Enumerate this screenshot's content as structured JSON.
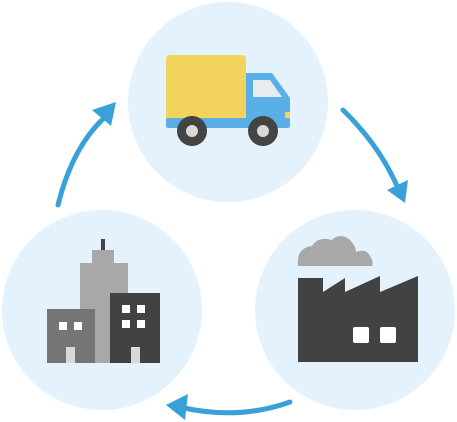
{
  "diagram": {
    "nodes": [
      {
        "id": "transport",
        "icon": "delivery-truck-icon"
      },
      {
        "id": "factory",
        "icon": "factory-icon"
      },
      {
        "id": "city",
        "icon": "city-buildings-icon"
      }
    ],
    "edges": [
      {
        "from": "transport",
        "to": "factory"
      },
      {
        "from": "factory",
        "to": "city"
      },
      {
        "from": "city",
        "to": "transport"
      }
    ]
  },
  "colors": {
    "circle_fill": "#e3f2fc",
    "arrow": "#3aa0d8",
    "truck_cargo": "#f2d35c",
    "truck_cab": "#5ab0e6",
    "truck_window": "#e8ecef",
    "wheel_outer": "#444444",
    "wheel_inner": "#d9d9d9",
    "dark_gray": "#424242",
    "mid_gray": "#757575",
    "light_gray": "#a8a8a8",
    "window_white": "#ffffff"
  }
}
